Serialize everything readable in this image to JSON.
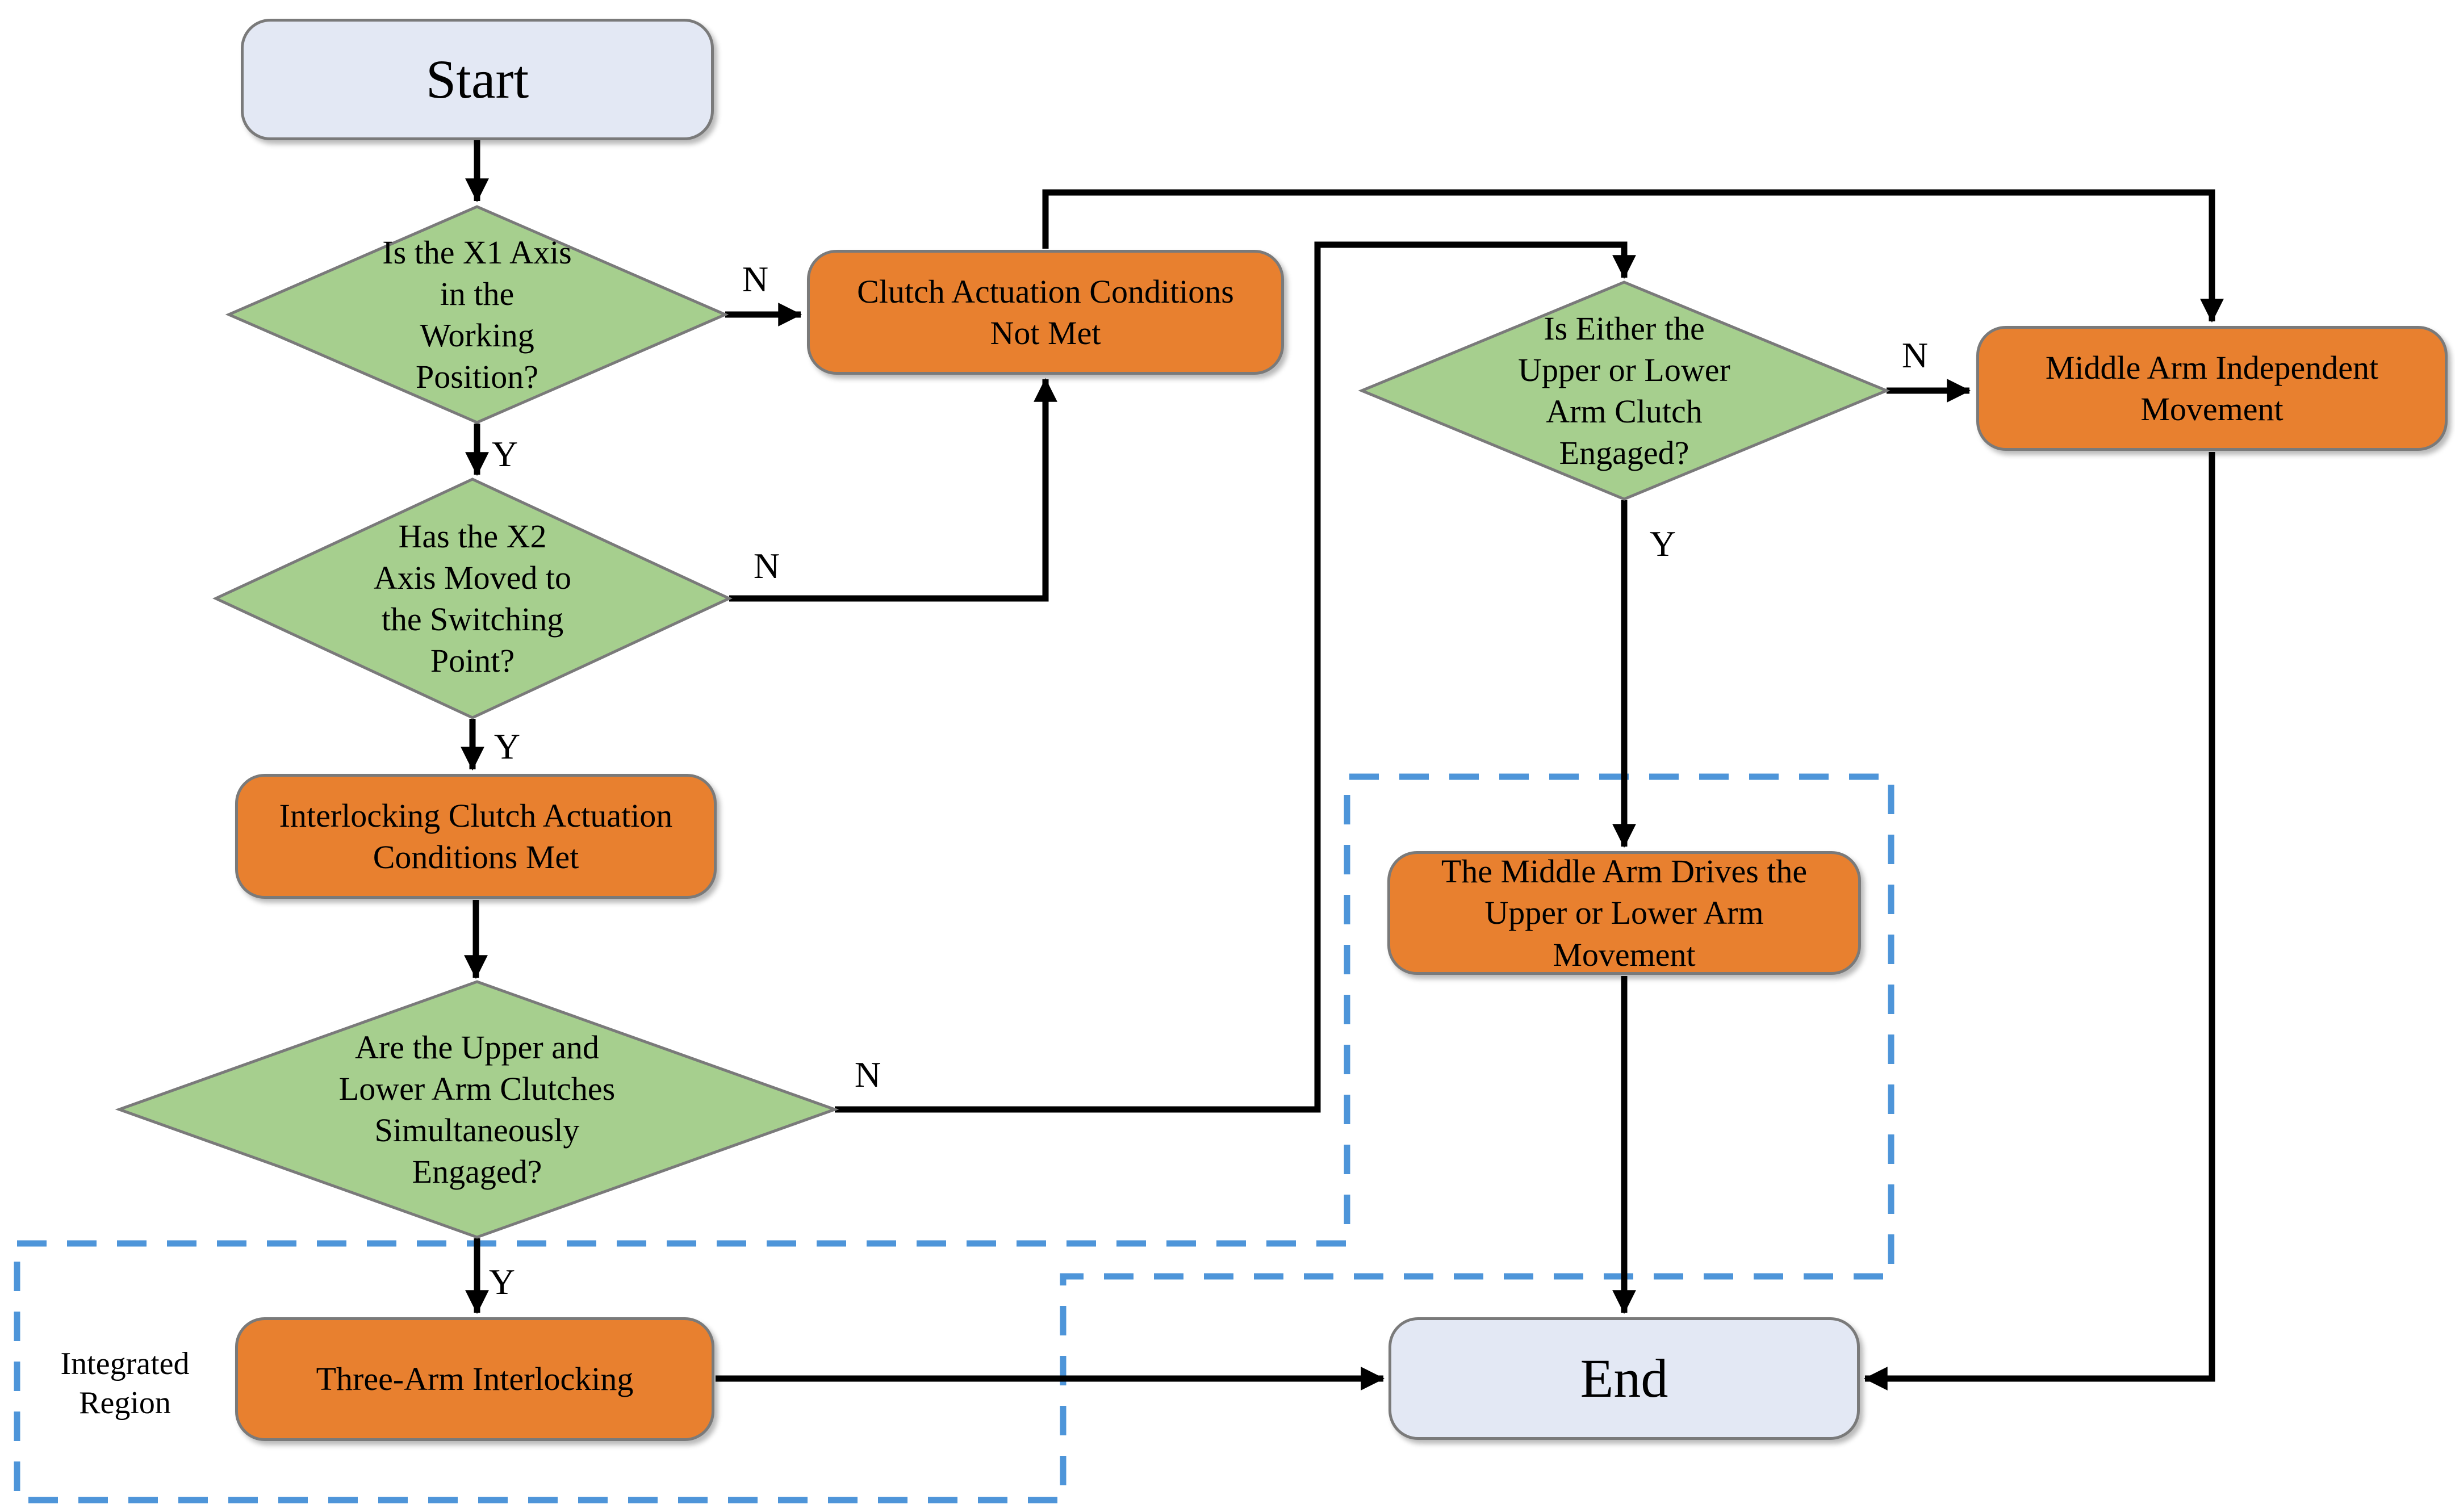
{
  "diagram": {
    "nodes": {
      "start": {
        "label": "Start"
      },
      "d1_x1_working": {
        "lines": [
          "Is the X1 Axis",
          "in the",
          "Working",
          "Position?"
        ]
      },
      "clutch_not_met": {
        "lines": [
          "Clutch Actuation Conditions",
          "Not Met"
        ]
      },
      "d2_x2_switching": {
        "lines": [
          "Has the X2",
          "Axis Moved to",
          "the Switching",
          "Point?"
        ]
      },
      "interlocking_met": {
        "lines": [
          "Interlocking Clutch Actuation",
          "Conditions Met"
        ]
      },
      "d3_both_engaged": {
        "lines": [
          "Are the Upper and",
          "Lower Arm Clutches",
          "Simultaneously",
          "Engaged?"
        ]
      },
      "three_arm": {
        "label": "Three-Arm Interlocking"
      },
      "d4_either_engaged": {
        "lines": [
          "Is Either the",
          "Upper or Lower",
          "Arm Clutch",
          "Engaged?"
        ]
      },
      "mid_indep": {
        "lines": [
          "Middle Arm Independent",
          "Movement"
        ]
      },
      "mid_drives": {
        "lines": [
          "The Middle Arm Drives the",
          "Upper or Lower Arm",
          "Movement"
        ]
      },
      "end": {
        "label": "End"
      }
    },
    "edge_labels": {
      "d1_no": "N",
      "d1_yes": "Y",
      "d2_no": "N",
      "d2_yes": "Y",
      "d3_no": "N",
      "d3_yes": "Y",
      "d4_no": "N",
      "d4_yes": "Y"
    },
    "region": {
      "line1": "Integrated",
      "line2": "Region"
    },
    "colors": {
      "process_fill": "#E8802F",
      "decision_fill": "#A6CF8E",
      "terminator_fill": "#E3E8F4",
      "shape_border": "#7A7A7A",
      "connector": "#000000",
      "region_border": "#4E95D9",
      "text": "#000000"
    }
  }
}
